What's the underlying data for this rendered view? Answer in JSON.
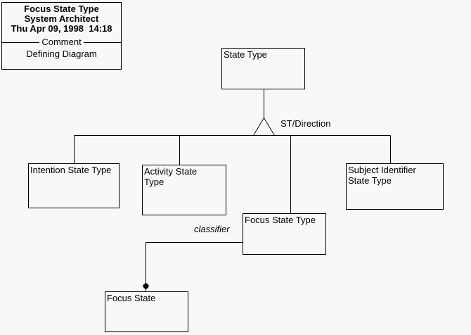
{
  "info_box": {
    "title": "Focus State Type",
    "tool": "System Architect",
    "timestamp": "Thu Apr 09, 1998  14:18",
    "divider_label": "Comment",
    "comment": "Defining Diagram"
  },
  "nodes": {
    "state_type": {
      "label": "State Type"
    },
    "intention_state_type": {
      "label": "Intention State Type"
    },
    "activity_state_type": {
      "label": "Activity State\nType"
    },
    "subject_identifier_state_type": {
      "label": "Subject Identifier\nState Type"
    },
    "focus_state_type": {
      "label": "Focus State Type"
    },
    "focus_state": {
      "label": "Focus State"
    }
  },
  "edge_labels": {
    "st_direction": "ST/Direction",
    "classifier": "classifier"
  },
  "colors": {
    "background": "#f8f8f8",
    "line": "#000000",
    "text": "#000000"
  }
}
